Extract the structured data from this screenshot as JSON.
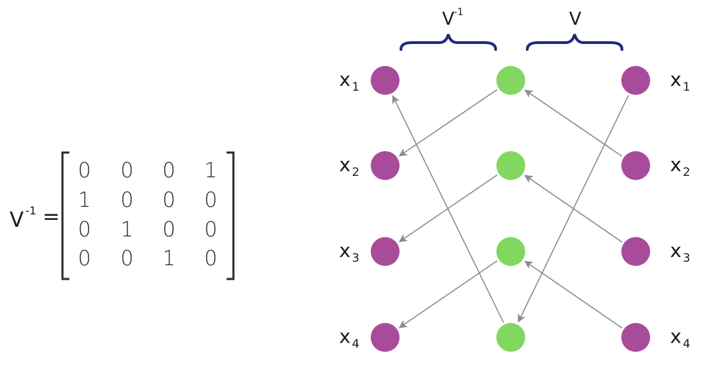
{
  "matrix": {
    "lhs_base": "V",
    "lhs_sup": "-1",
    "equals": "=",
    "rows": [
      [
        "0",
        "0",
        "0",
        "1"
      ],
      [
        "1",
        "0",
        "0",
        "0"
      ],
      [
        "0",
        "1",
        "0",
        "0"
      ],
      [
        "0",
        "0",
        "1",
        "0"
      ]
    ]
  },
  "braces": [
    {
      "base": "V",
      "sup": "-1"
    },
    {
      "base": "V",
      "sup": ""
    }
  ],
  "nodes": {
    "left": {
      "color": "#a94b9b",
      "labels": [
        {
          "base": "x",
          "sub": "1"
        },
        {
          "base": "x",
          "sub": "2"
        },
        {
          "base": "x",
          "sub": "3"
        },
        {
          "base": "x",
          "sub": "4"
        }
      ]
    },
    "middle": {
      "color": "#82d760"
    },
    "right": {
      "color": "#a94b9b",
      "labels": [
        {
          "base": "x",
          "sub": "1"
        },
        {
          "base": "x",
          "sub": "2"
        },
        {
          "base": "x",
          "sub": "3"
        },
        {
          "base": "x",
          "sub": "4"
        }
      ]
    }
  },
  "edges": [
    {
      "from": "middle-1",
      "to": "left-2"
    },
    {
      "from": "middle-2",
      "to": "left-3"
    },
    {
      "from": "middle-3",
      "to": "left-4"
    },
    {
      "from": "middle-4",
      "to": "left-1"
    },
    {
      "from": "right-2",
      "to": "middle-1"
    },
    {
      "from": "right-3",
      "to": "middle-2"
    },
    {
      "from": "right-4",
      "to": "middle-3"
    },
    {
      "from": "right-1",
      "to": "middle-4"
    }
  ],
  "colors": {
    "arrow": "#8a8c8f",
    "brace": "#1f2a7a",
    "text": "#1a1a1a"
  }
}
